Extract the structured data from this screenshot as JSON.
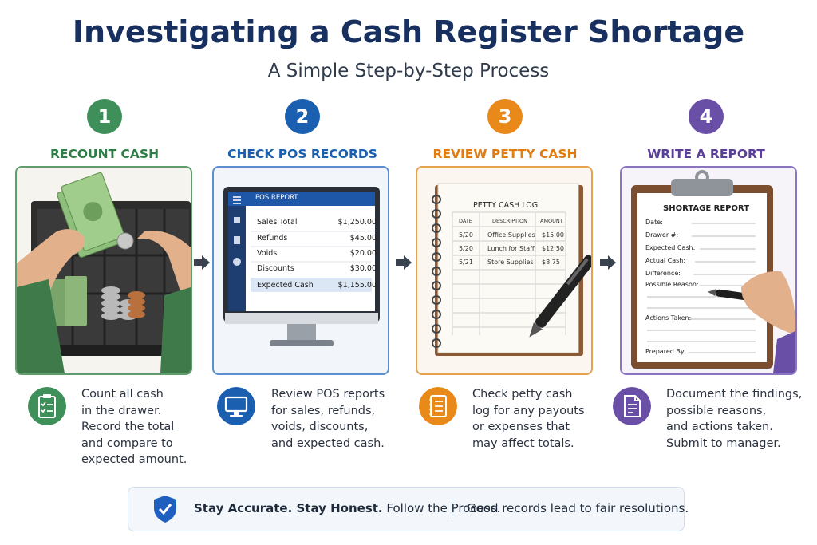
{
  "title": "Investigating a Cash Register Shortage",
  "subtitle": "A Simple Step-by-Step Process",
  "steps": [
    {
      "number": "1",
      "title": "RECOUNT CASH",
      "color": "#3f8f5a",
      "desc": [
        "Count all cash",
        "in the drawer.",
        "Record the total",
        "and compare to",
        "expected amount."
      ],
      "icon": "clipboard-check-icon"
    },
    {
      "number": "2",
      "title": "CHECK POS RECORDS",
      "color": "#1b5fb0",
      "desc": [
        "Review POS reports",
        "for sales, refunds,",
        "voids, discounts,",
        "and expected cash."
      ],
      "icon": "monitor-icon"
    },
    {
      "number": "3",
      "title": "REVIEW PETTY CASH",
      "color": "#e8891a",
      "desc": [
        "Check petty cash",
        "log for any payouts",
        "or expenses that",
        "may affect totals."
      ],
      "icon": "notebook-icon"
    },
    {
      "number": "4",
      "title": "WRITE A REPORT",
      "color": "#6a4fa6",
      "desc": [
        "Document the findings,",
        "possible reasons,",
        "and actions taken.",
        "Submit to manager."
      ],
      "icon": "document-icon"
    }
  ],
  "pos_report": {
    "header": "POS REPORT",
    "rows": [
      {
        "label": "Sales Total",
        "value": "$1,250.00"
      },
      {
        "label": "Refunds",
        "value": "$45.00"
      },
      {
        "label": "Voids",
        "value": "$20.00"
      },
      {
        "label": "Discounts",
        "value": "$30.00"
      }
    ],
    "expected": {
      "label": "Expected Cash",
      "value": "$1,155.00"
    }
  },
  "petty_log": {
    "title": "PETTY CASH LOG",
    "headers": [
      "DATE",
      "DESCRIPTION",
      "AMOUNT"
    ],
    "rows": [
      [
        "5/20",
        "Office Supplies",
        "$15.00"
      ],
      [
        "5/20",
        "Lunch for Staff",
        "$12.50"
      ],
      [
        "5/21",
        "Store Supplies",
        "$8.75"
      ]
    ]
  },
  "shortage_report": {
    "title": "SHORTAGE REPORT",
    "fields": [
      "Date:",
      "Drawer #:",
      "Expected Cash:",
      "Actual Cash:",
      "Difference:",
      "Possible Reason:",
      "Actions Taken:",
      "Prepared By:"
    ]
  },
  "footer": {
    "bold": "Stay Accurate. Stay Honest.",
    "normal": " Follow the Process.",
    "right": "Good records lead to fair resolutions."
  }
}
